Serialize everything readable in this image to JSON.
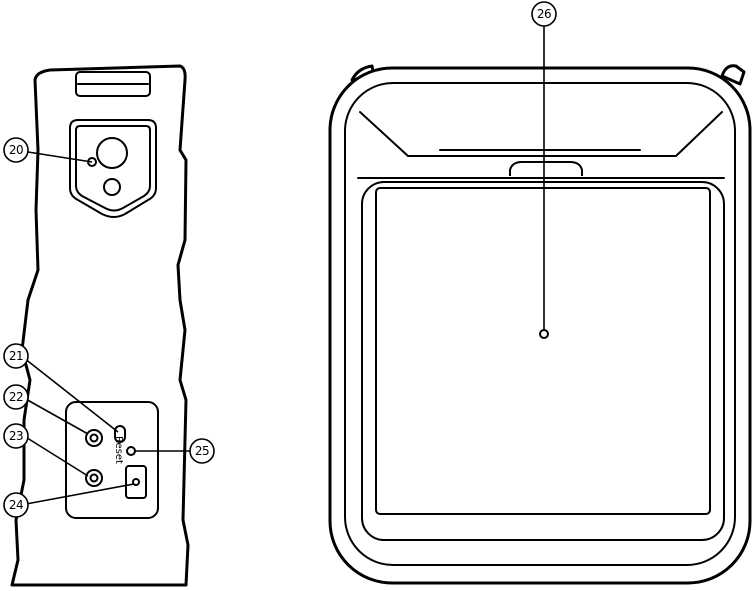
{
  "callouts": {
    "c20": "20",
    "c21": "21",
    "c22": "22",
    "c23": "23",
    "c24": "24",
    "c25": "25",
    "c26": "26"
  },
  "labels": {
    "reset": "Reset"
  },
  "colors": {
    "line": "#000000",
    "background": "#ffffff"
  }
}
